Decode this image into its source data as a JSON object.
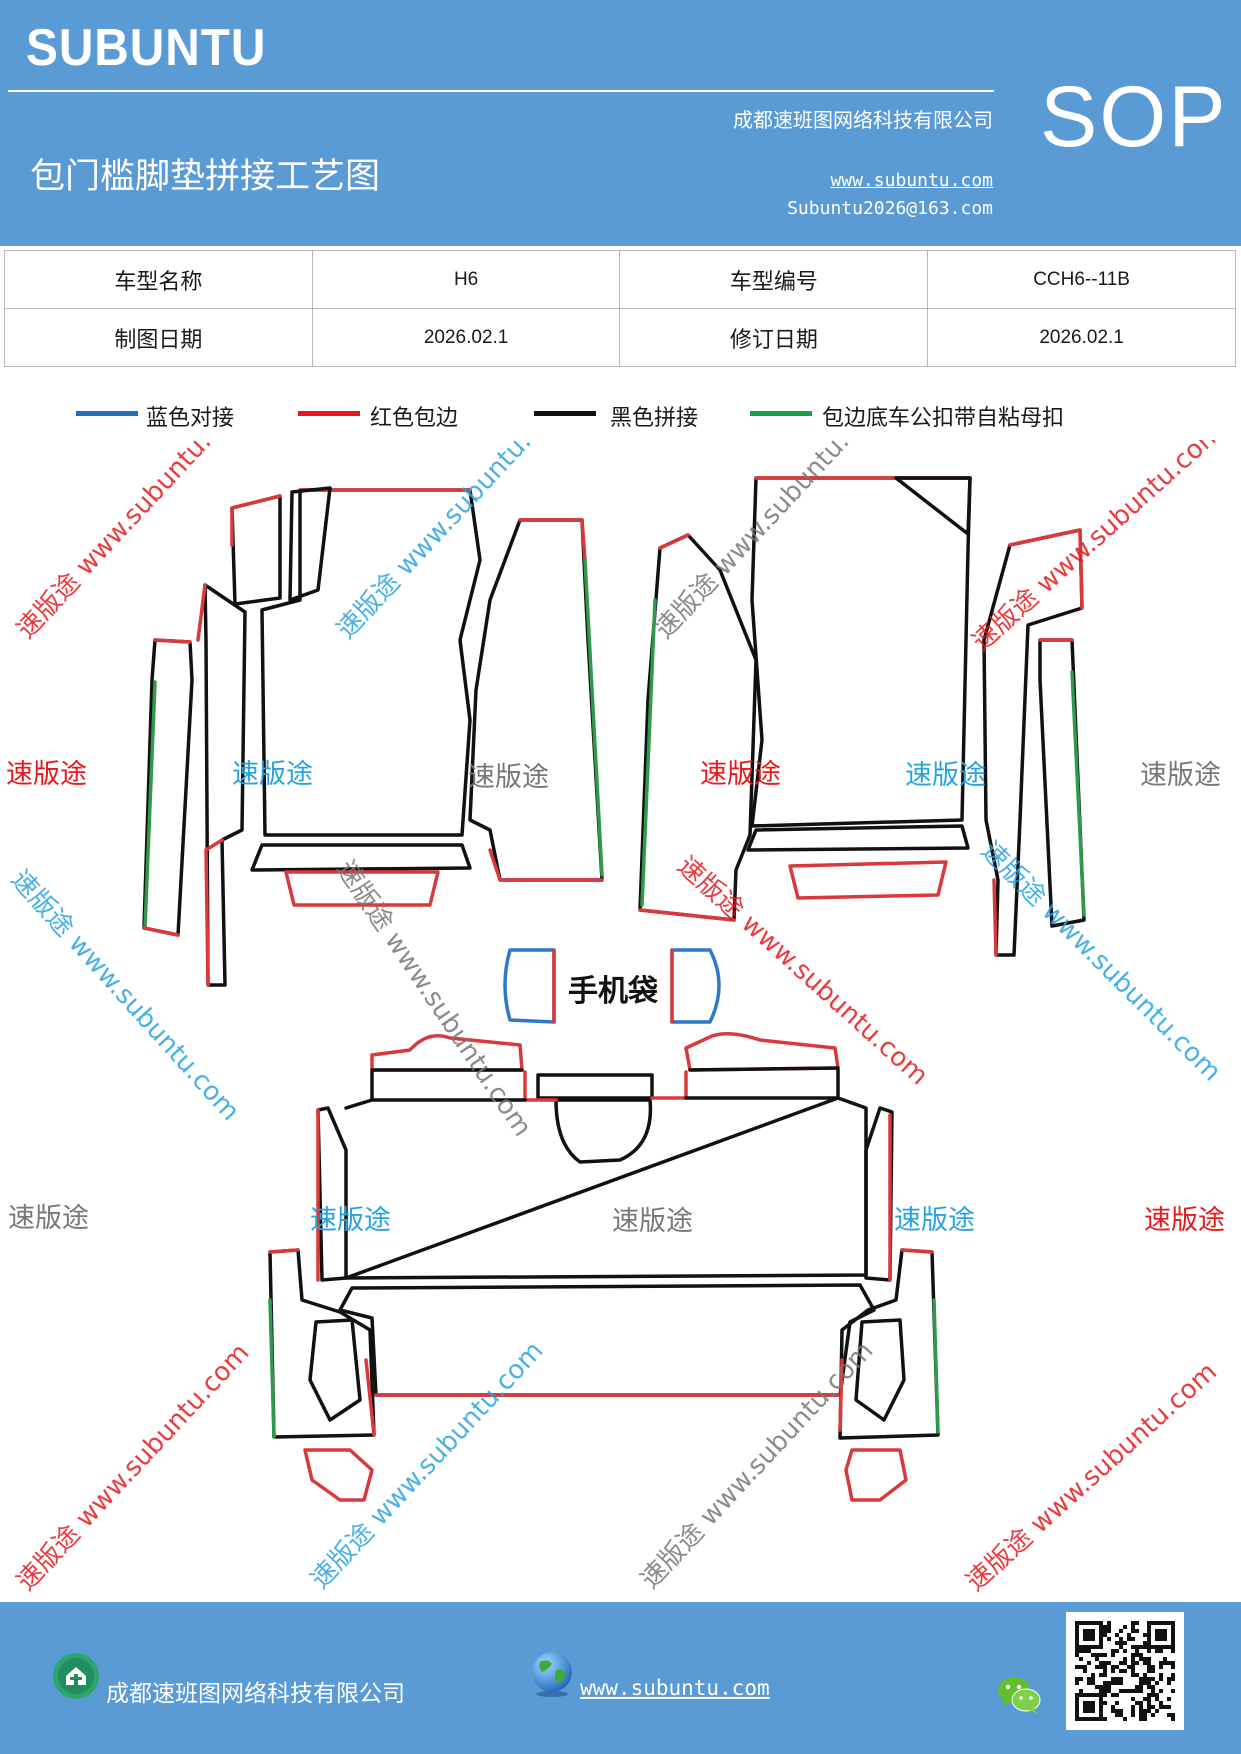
{
  "header": {
    "brand": "SUBUNTU",
    "company": "成都速班图网络科技有限公司",
    "title": "包门槛脚垫拼接工艺图",
    "website": "www.subuntu.com",
    "email": "Subuntu2026@163.com",
    "badge": "SOP"
  },
  "info_table": {
    "rows": [
      [
        {
          "label": "车型名称",
          "value": "H6"
        },
        {
          "label": "车型编号",
          "value": "CCH6--11B"
        }
      ],
      [
        {
          "label": "制图日期",
          "value": "2026.02.1"
        },
        {
          "label": "修订日期",
          "value": "2026.02.1"
        }
      ]
    ]
  },
  "legend": [
    {
      "label": "蓝色对接",
      "color": "#1f6fbd"
    },
    {
      "label": "红色包边",
      "color": "#e8191d"
    },
    {
      "label": "黑色拼接",
      "color": "#111111"
    },
    {
      "label": "包边底车公扣带自粘母扣",
      "color": "#17a04a"
    }
  ],
  "drawing": {
    "phone_pocket_label": "手机袋",
    "stroke_colors": {
      "black": "#111111",
      "red": "#d9393a",
      "green": "#2f9a4c",
      "blue": "#2e78c8"
    },
    "watermarks": {
      "brand": "速版途",
      "diagonal": "速版途 www.subuntu.com",
      "colors": {
        "red": "#e8191d",
        "blue": "#29a3e0",
        "gray": "#777777"
      }
    }
  },
  "footer": {
    "company": "成都速班图网络科技有限公司",
    "website": "www.subuntu.com",
    "icons": [
      "company-logo-icon",
      "globe-icon",
      "wechat-icon",
      "qr-code"
    ]
  }
}
